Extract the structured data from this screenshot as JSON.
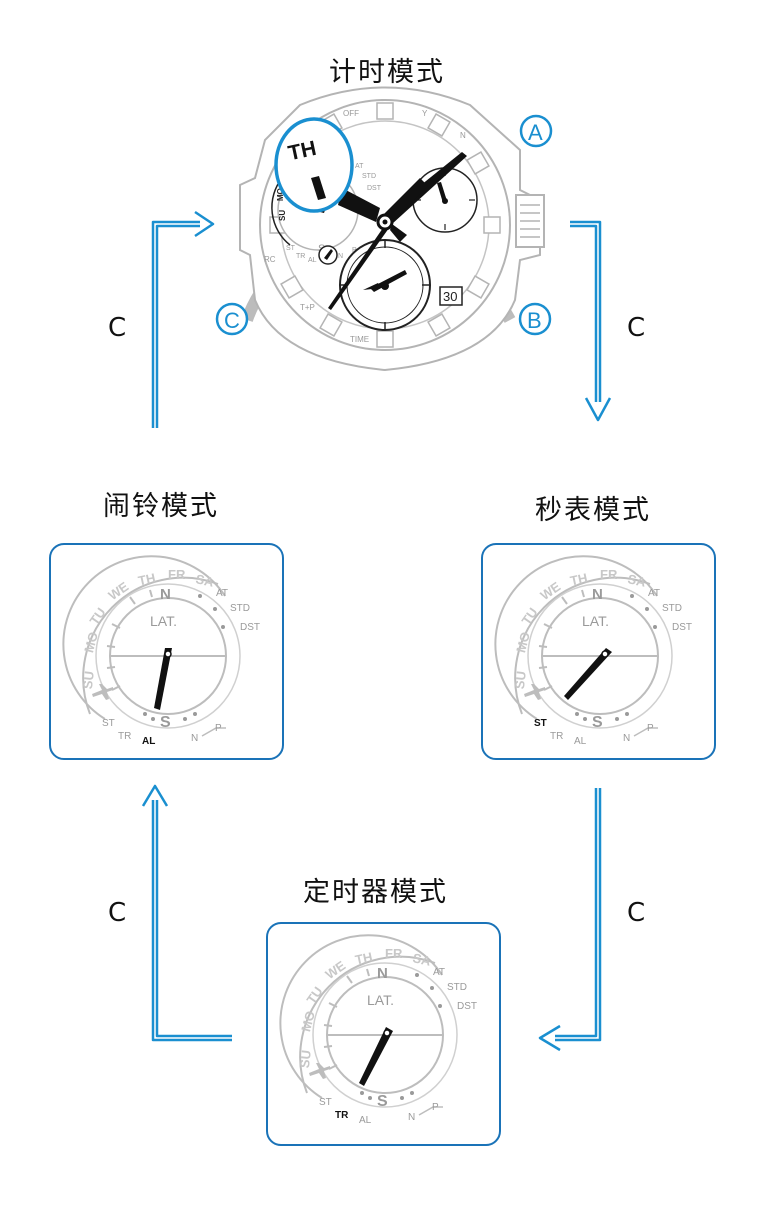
{
  "titles": {
    "timekeeping": "计时模式",
    "alarm": "闹铃模式",
    "stopwatch": "秒表模式",
    "timer": "定时器模式"
  },
  "button_press_label": "C",
  "buttons": {
    "a": "A",
    "b": "B",
    "c": "C"
  },
  "watch": {
    "callout_day": "TH",
    "bezel_labels": [
      "OFF",
      "Y",
      "N",
      "RC",
      "T+P",
      "TIME"
    ],
    "subdial_labels": [
      "SU",
      "MO",
      "AT",
      "STD",
      "DST",
      "ST",
      "TR",
      "AL",
      "S",
      "N",
      "P"
    ],
    "date_window": "30"
  },
  "dial": {
    "days": [
      "SU",
      "MO",
      "TU",
      "WE",
      "TH",
      "FR",
      "SA"
    ],
    "right_labels": [
      "AT",
      "STD",
      "DST"
    ],
    "center_label": "LAT.",
    "north": "N",
    "south": "S",
    "bottom_labels": [
      "ST",
      "TR",
      "AL",
      "N",
      "P"
    ]
  },
  "panels": {
    "alarm": {
      "highlight": "AL"
    },
    "stopwatch": {
      "highlight": "ST"
    },
    "timer": {
      "highlight": "TR"
    }
  },
  "colors": {
    "accent": "#1a8fd0",
    "frame": "#1a73b8",
    "watch_line": "#b4b4b4"
  }
}
